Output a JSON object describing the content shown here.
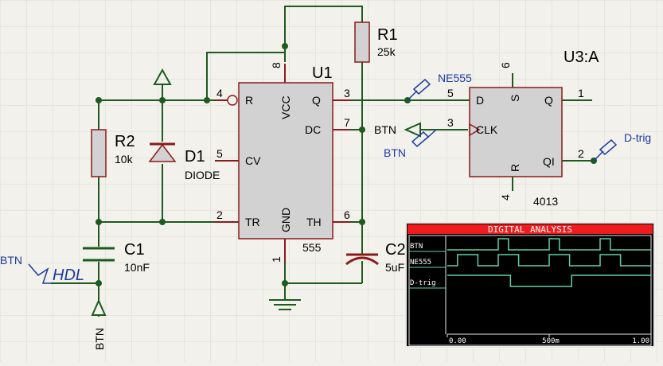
{
  "components": {
    "u1": {
      "ref": "U1",
      "type": "555",
      "pins": {
        "reset": {
          "num": "4",
          "label": "R"
        },
        "vcc": {
          "num": "8",
          "label": "VCC"
        },
        "out": {
          "num": "3",
          "label": "Q"
        },
        "dc": {
          "num": "7",
          "label": "DC"
        },
        "cv": {
          "num": "5",
          "label": "CV"
        },
        "tr": {
          "num": "2",
          "label": "TR"
        },
        "gnd": {
          "num": "1",
          "label": "GND"
        },
        "th": {
          "num": "6",
          "label": "TH"
        }
      }
    },
    "r1": {
      "ref": "R1",
      "value": "25k"
    },
    "r2": {
      "ref": "R2",
      "value": "10k"
    },
    "d1": {
      "ref": "D1",
      "value": "DIODE"
    },
    "c1": {
      "ref": "C1",
      "value": "10nF"
    },
    "c2": {
      "ref": "C2",
      "value": "5uF"
    },
    "u3": {
      "ref": "U3:A",
      "type": "4013",
      "pins": {
        "d": {
          "num": "5",
          "label": "D"
        },
        "s": {
          "num": "6",
          "label": "S"
        },
        "q": {
          "num": "1",
          "label": "Q"
        },
        "clk": {
          "num": "3",
          "label": "CLK"
        },
        "r": {
          "num": "4",
          "label": "R"
        },
        "qi": {
          "num": "2",
          "label": "QI"
        }
      }
    }
  },
  "probes": {
    "ne555": "NE555",
    "btn_upper": "BTN",
    "btn_lower": "BTN",
    "dtrig": "D-trig",
    "btn_left": "BTN",
    "btn_bottom": "BTN"
  },
  "generator_label": "HDL",
  "analysis": {
    "title": "DIGITAL ANALYSIS",
    "x_ticks": [
      "0.00",
      "500m",
      "1.00"
    ],
    "x_range": [
      0,
      1
    ],
    "traces": [
      {
        "name": "BTN",
        "edges": [
          0,
          0.25,
          0.3,
          0.5,
          0.55,
          0.75,
          0.8,
          1
        ],
        "start_high": false
      },
      {
        "name": "NE555",
        "edges": [
          0,
          0.05,
          0.15,
          0.25,
          0.35,
          0.5,
          0.6,
          0.75,
          0.85,
          1
        ],
        "start_high": false
      },
      {
        "name": "D-trig",
        "edges": [
          0,
          0.31,
          0.61,
          1
        ],
        "start_high": true
      }
    ],
    "colors": {
      "bg": "#000000",
      "frame": "#e8e8e8",
      "title_bg": "#ee1c1c",
      "trace": "#5fd3a6",
      "text": "#ffffff"
    }
  },
  "colors": {
    "wire": "#1e5a1e",
    "junction": "#1e5a1e",
    "body": "#d2d2d2",
    "outline": "#8b1a1a",
    "text": "#000000",
    "probe": "#1e3aa0",
    "grid": "#dadad4"
  }
}
